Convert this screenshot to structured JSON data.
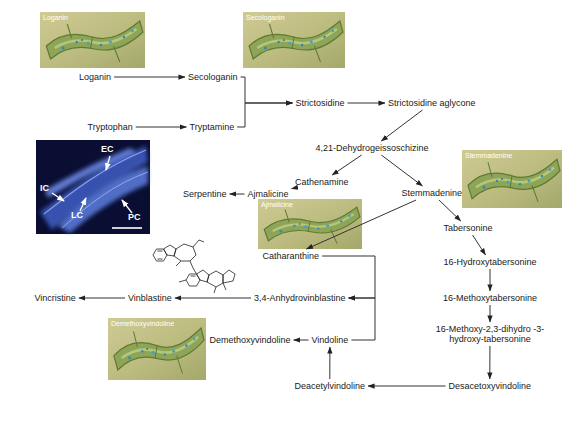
{
  "diagram": {
    "nodes": [
      {
        "text": [
          "Loganin"
        ]
      },
      {
        "text": [
          "Secologanin"
        ]
      },
      {
        "text": [
          "Tryptophan"
        ]
      },
      {
        "text": [
          "Tryptamine"
        ]
      },
      {
        "text": [
          "Strictosidine"
        ]
      },
      {
        "text": [
          "Strictosidine aglycone"
        ]
      },
      {
        "text": [
          "4,21-Dehydrogeissoschizine"
        ]
      },
      {
        "text": [
          "Cathenamine"
        ]
      },
      {
        "text": [
          "Serpentine"
        ]
      },
      {
        "text": [
          "Ajmalicine"
        ]
      },
      {
        "text": [
          "Stemmadenine"
        ]
      },
      {
        "text": [
          "Tabersonine"
        ]
      },
      {
        "text": [
          "16-Hydroxytabersonine"
        ]
      },
      {
        "text": [
          "16-Methoxytabersonine"
        ]
      },
      {
        "text": [
          "16-Methoxy-2,3-dihydro -3-hydroxy-tabersonine"
        ]
      },
      {
        "text": [
          "Catharanthine"
        ]
      },
      {
        "text": [
          "3,4-Anhydrovinblastine"
        ]
      },
      {
        "text": [
          "Vinblastine"
        ]
      },
      {
        "text": [
          "Vincristine"
        ]
      },
      {
        "text": [
          "Vindoline"
        ]
      },
      {
        "text": [
          "Demethoxyvindoline"
        ]
      },
      {
        "text": [
          "Deacetylvindoline"
        ]
      },
      {
        "text": [
          "Desacetoxyvindoline"
        ]
      }
    ],
    "edges": [
      {
        "from": 0,
        "to": 1,
        "arrow": "to"
      },
      {
        "from": 2,
        "to": 3,
        "arrow": "to"
      },
      {
        "from": 1,
        "to": 4,
        "arrow": "to"
      },
      {
        "from": 3,
        "to": 4,
        "arrow": "to"
      },
      {
        "from": 4,
        "to": 5,
        "arrow": "to"
      },
      {
        "from": 5,
        "to": 6,
        "arrow": "to"
      },
      {
        "from": 6,
        "to": 7,
        "arrow": "to"
      },
      {
        "from": 6,
        "to": 10,
        "arrow": "to"
      },
      {
        "from": 7,
        "to": 9,
        "arrow": "to"
      },
      {
        "from": 9,
        "to": 8,
        "arrow": "to"
      },
      {
        "from": 10,
        "to": 15,
        "arrow": "to"
      },
      {
        "from": 10,
        "to": 11,
        "arrow": "to"
      },
      {
        "from": 11,
        "to": 12,
        "arrow": "to"
      },
      {
        "from": 12,
        "to": 13,
        "arrow": "to"
      },
      {
        "from": 13,
        "to": 14,
        "arrow": "to"
      },
      {
        "from": 14,
        "to": 22,
        "arrow": "to"
      },
      {
        "from": 22,
        "to": 21,
        "arrow": "to"
      },
      {
        "from": 21,
        "to": 19,
        "arrow": "to"
      },
      {
        "from": 19,
        "to": 20,
        "arrow": "to"
      },
      {
        "from": 15,
        "to": 16,
        "arrow": "to"
      },
      {
        "from": 19,
        "to": 16,
        "arrow": "to"
      },
      {
        "from": 16,
        "to": 17,
        "arrow": "to"
      },
      {
        "from": 17,
        "to": 18,
        "arrow": "to"
      }
    ],
    "labels": [
      "Loganin",
      "Secologanin",
      "Stemmadenine",
      "Ajmalicine",
      "Demethoxyvindoline",
      "EC",
      "IC",
      "LC",
      "PC"
    ]
  }
}
